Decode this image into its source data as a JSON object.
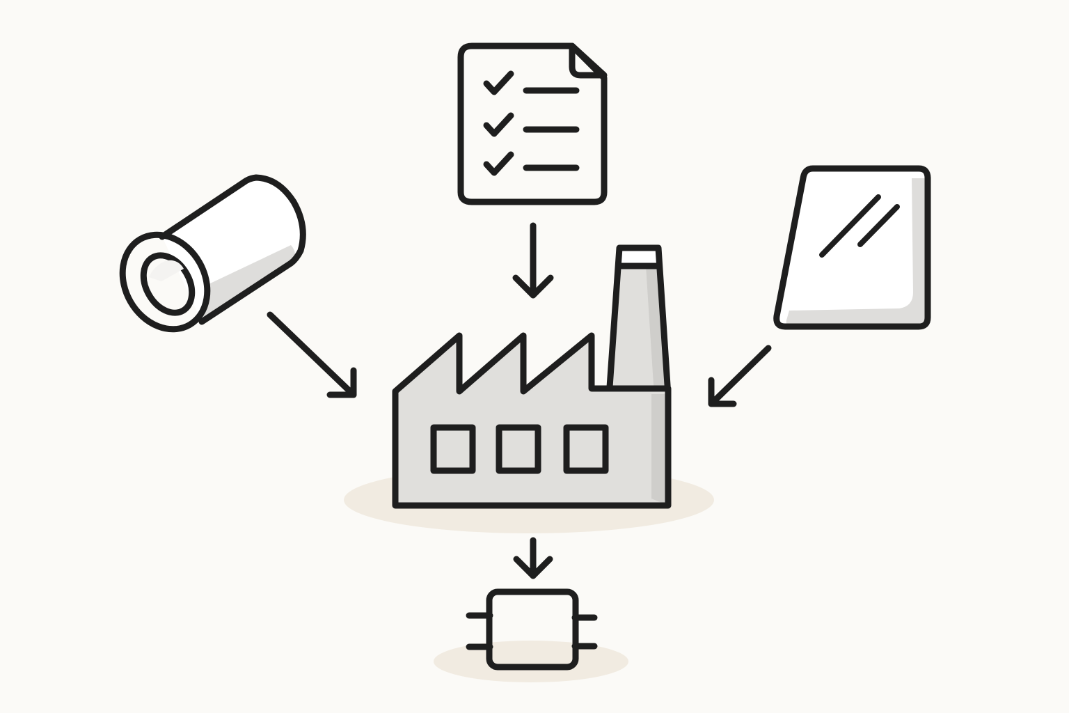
{
  "diagram": {
    "nodes": [
      {
        "id": "pipe",
        "icon": "pipe-tube-icon"
      },
      {
        "id": "checklist",
        "icon": "checklist-document-icon"
      },
      {
        "id": "panel",
        "icon": "glass-panel-icon"
      },
      {
        "id": "factory",
        "icon": "factory-icon"
      },
      {
        "id": "chip",
        "icon": "microchip-icon"
      }
    ],
    "edges": [
      {
        "from": "pipe",
        "to": "factory"
      },
      {
        "from": "checklist",
        "to": "factory"
      },
      {
        "from": "panel",
        "to": "factory"
      },
      {
        "from": "factory",
        "to": "chip"
      }
    ],
    "colors": {
      "background": "#fbfaf7",
      "stroke": "#1e1e1e",
      "fill_gray": "#e0dfdc",
      "fill_white": "#ffffff",
      "window_yellow": "#f4e04d",
      "ground_shadow": "#f1ebe1"
    }
  }
}
